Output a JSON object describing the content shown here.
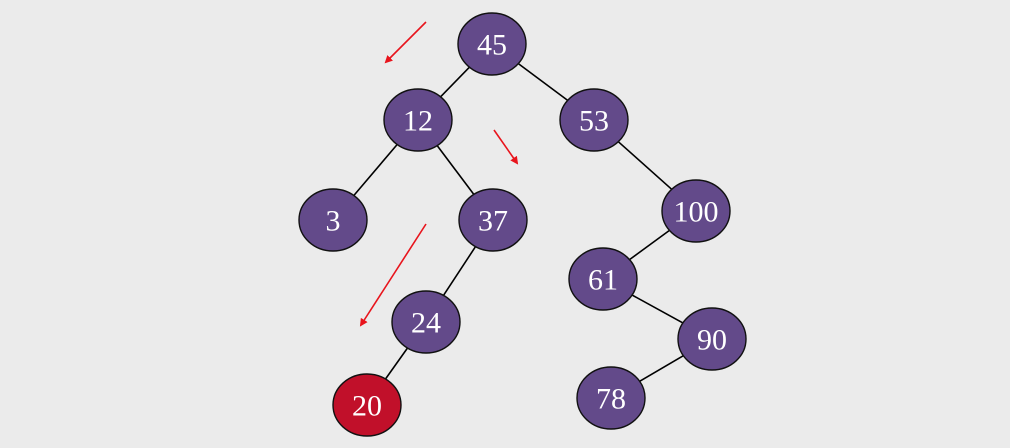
{
  "colors": {
    "background": "#ebebeb",
    "node_fill": "#634a8a",
    "highlight_fill": "#c1102a",
    "edge": "#000000",
    "arrow": "#e8141c"
  },
  "nodes": [
    {
      "id": "n45",
      "label": "45",
      "highlight": false
    },
    {
      "id": "n12",
      "label": "12",
      "highlight": false
    },
    {
      "id": "n53",
      "label": "53",
      "highlight": false
    },
    {
      "id": "n3",
      "label": "3",
      "highlight": false
    },
    {
      "id": "n37",
      "label": "37",
      "highlight": false
    },
    {
      "id": "n100",
      "label": "100",
      "highlight": false
    },
    {
      "id": "n61",
      "label": "61",
      "highlight": false
    },
    {
      "id": "n24",
      "label": "24",
      "highlight": false
    },
    {
      "id": "n90",
      "label": "90",
      "highlight": false
    },
    {
      "id": "n20",
      "label": "20",
      "highlight": true
    },
    {
      "id": "n78",
      "label": "78",
      "highlight": false
    }
  ],
  "edges": [
    {
      "from": "n45",
      "to": "n12"
    },
    {
      "from": "n45",
      "to": "n53"
    },
    {
      "from": "n12",
      "to": "n3"
    },
    {
      "from": "n12",
      "to": "n37"
    },
    {
      "from": "n53",
      "to": "n100"
    },
    {
      "from": "n100",
      "to": "n61"
    },
    {
      "from": "n37",
      "to": "n24"
    },
    {
      "from": "n61",
      "to": "n90"
    },
    {
      "from": "n24",
      "to": "n20"
    },
    {
      "from": "n90",
      "to": "n78"
    }
  ],
  "search_path_arrows": 3
}
